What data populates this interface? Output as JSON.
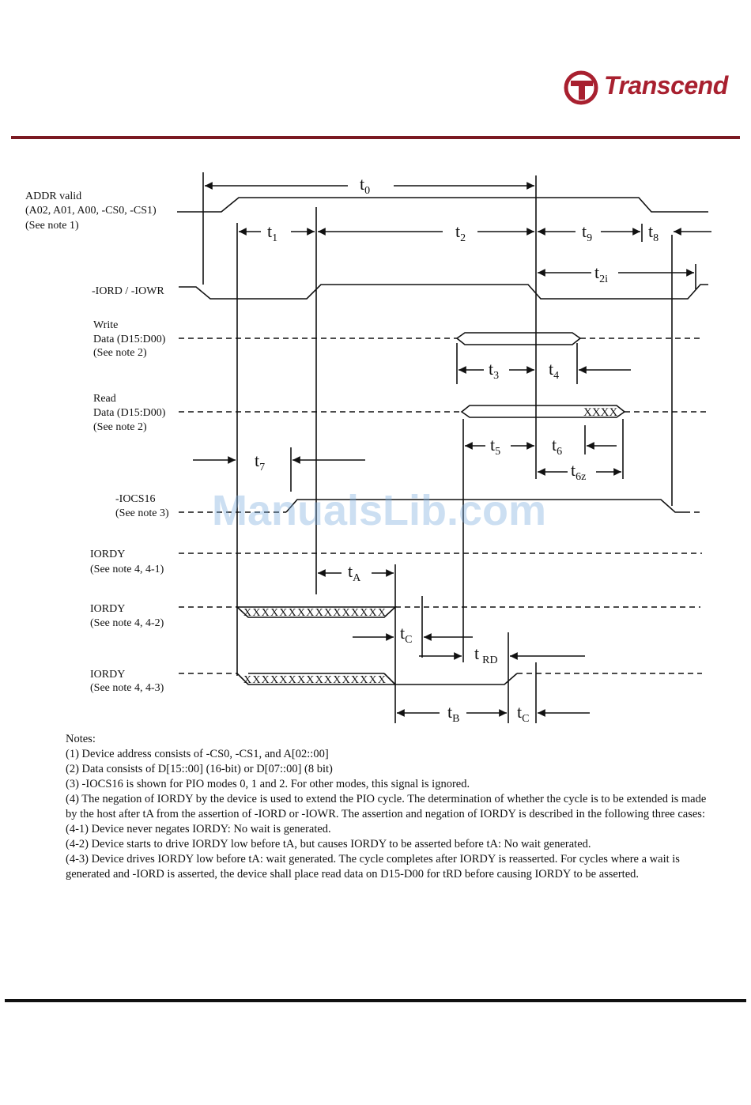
{
  "brand": {
    "name": "Transcend",
    "logo_mark": "T",
    "color": "#a8202f"
  },
  "watermark": "ManualsLib.com",
  "signals": {
    "addr": [
      "ADDR valid",
      "(A02, A01, A00, -CS0, -CS1)",
      "(See note 1)"
    ],
    "iord": [
      "-IORD / -IOWR"
    ],
    "write": [
      "Write",
      "Data (D15:D00)",
      "(See note 2)"
    ],
    "read": [
      "Read",
      "Data (D15:D00)",
      "(See note 2)"
    ],
    "iocs16": [
      "-IOCS16",
      "(See note 3)"
    ],
    "iordy1": [
      "IORDY",
      "(See note 4, 4-1)"
    ],
    "iordy2": [
      "IORDY",
      "(See note 4, 4-2)"
    ],
    "iordy3": [
      "IORDY",
      "(See note 4, 4-3)"
    ]
  },
  "timing": {
    "t0": [
      "t",
      "0"
    ],
    "t1": [
      "t",
      "1"
    ],
    "t2": [
      "t",
      "2"
    ],
    "t9": [
      "t",
      "9"
    ],
    "t8": [
      "t",
      "8"
    ],
    "t2i": [
      "t",
      "2i"
    ],
    "t3": [
      "t",
      "3"
    ],
    "t4": [
      "t",
      "4"
    ],
    "t5": [
      "t",
      "5"
    ],
    "t6": [
      "t",
      "6"
    ],
    "t6z": [
      "t",
      "6z"
    ],
    "t7": [
      "t",
      "7"
    ],
    "tA": [
      "t",
      "A"
    ],
    "tC1": [
      "t",
      "C"
    ],
    "tRD": [
      "t",
      "RD"
    ],
    "tB": [
      "t",
      "B"
    ],
    "tC2": [
      "t",
      "C"
    ]
  },
  "hatch": {
    "read": "XXXX",
    "iordy": "XXXXXXXXXXXXXXXX"
  },
  "notes": [
    "Notes:",
    "(1) Device address consists of -CS0, -CS1, and A[02::00]",
    "(2) Data consists of D[15::00] (16-bit) or D[07::00] (8 bit)",
    "(3) -IOCS16 is shown for PIO modes 0, 1 and 2.  For other modes, this signal is ignored.",
    "(4) The negation of IORDY by the device is used to extend the PIO cycle.  The determination of whether the cycle is to be extended is made by the host after tA from the assertion of -IORD or -IOWR.  The assertion and negation of IORDY is described in the following three cases:",
    "(4-1) Device never negates IORDY:  No wait is generated.",
    "(4-2) Device starts to drive IORDY low before tA, but causes IORDY to be asserted before tA: No wait generated.",
    "(4-3) Device drives IORDY low before tA:  wait generated.  The cycle completes after IORDY is reasserted.  For cycles where a wait is generated and -IORD is asserted, the device shall place read data on D15-D00 for tRD before causing IORDY to be asserted."
  ]
}
